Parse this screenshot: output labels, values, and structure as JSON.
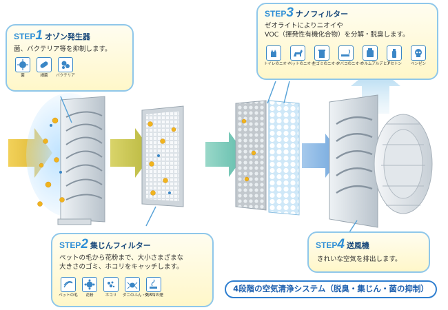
{
  "step1": {
    "label": "STEP",
    "number": "1",
    "name": "オゾン発生器",
    "desc": "菌、バクテリア等を抑制します。",
    "icons": [
      {
        "caption": "菌",
        "icon": "germ-icon"
      },
      {
        "caption": "細菌",
        "icon": "bacteria-rod-icon"
      },
      {
        "caption": "バクテリア",
        "icon": "bacteria-cluster-icon"
      }
    ]
  },
  "step2": {
    "label": "STEP",
    "number": "2",
    "name": "集じんフィルター",
    "desc_lines": [
      "ペットの毛から花粉まで、大小さまざまな",
      "大きさのゴミ、ホコリをキャッチします。"
    ],
    "icons": [
      {
        "caption": "ペットの毛",
        "icon": "pet-hair-icon"
      },
      {
        "caption": "花粉",
        "icon": "pollen-icon"
      },
      {
        "caption": "ホコリ",
        "icon": "dust-icon"
      },
      {
        "caption": "ダニのふん・死がい",
        "icon": "mite-icon"
      },
      {
        "caption": "タバコの煙",
        "icon": "tobacco-smoke-icon"
      }
    ]
  },
  "step3": {
    "label": "STEP",
    "number": "3",
    "name": "ナノフィルター",
    "desc_lines": [
      "ゼオライトによりニオイや",
      "VOC（揮発性有機化合物）を分解・脱臭します。"
    ],
    "icons": [
      {
        "caption": "トイレのニオイ",
        "icon": "toilet-cat-icon"
      },
      {
        "caption": "ペットのニオイ",
        "icon": "pet-dog-icon"
      },
      {
        "caption": "生ゴミのニオイ",
        "icon": "garbage-icon"
      },
      {
        "caption": "タバコのニオイ",
        "icon": "cigarette-icon"
      },
      {
        "caption": "ホルムアルデヒド",
        "icon": "formaldehyde-icon"
      },
      {
        "caption": "アセトン",
        "icon": "spray-can-icon"
      },
      {
        "caption": "ベンゼン",
        "icon": "skull-icon"
      }
    ]
  },
  "step4": {
    "label": "STEP",
    "number": "4",
    "name": "送風機",
    "desc": "きれいな空気を排出します。"
  },
  "tagline": "4段階の空気清浄システム（脱臭・集じん・菌の抑制）",
  "colors": {
    "step_blue": "#2f8fd6",
    "name_navy": "#17477a",
    "callout_border": "#8fc7ea",
    "arrow_step1": "#e8c43a",
    "arrow_step2": "#c9c94f",
    "arrow_step3": "#7ccbbd",
    "arrow_step4": "#7aaee0",
    "tag_blue": "#2f7fd0"
  }
}
